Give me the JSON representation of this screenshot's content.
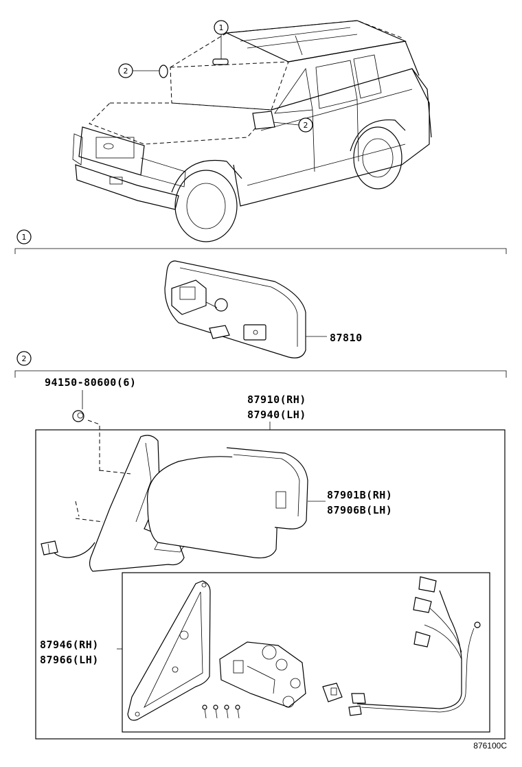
{
  "callouts": {
    "one": "1",
    "two": "2"
  },
  "sections": [
    {
      "marker": "1"
    },
    {
      "marker": "2"
    }
  ],
  "parts": {
    "inner_mirror": "87810",
    "clip_bolt": "94150-80600(6)",
    "outer_mirror_rh": "87910(RH)",
    "outer_mirror_lh": "87940(LH)",
    "glass_rh": "87901B(RH)",
    "glass_lh": "87906B(LH)",
    "cover_rh": "87946(RH)",
    "cover_lh": "87966(LH)"
  },
  "diagram_code": "876100C"
}
